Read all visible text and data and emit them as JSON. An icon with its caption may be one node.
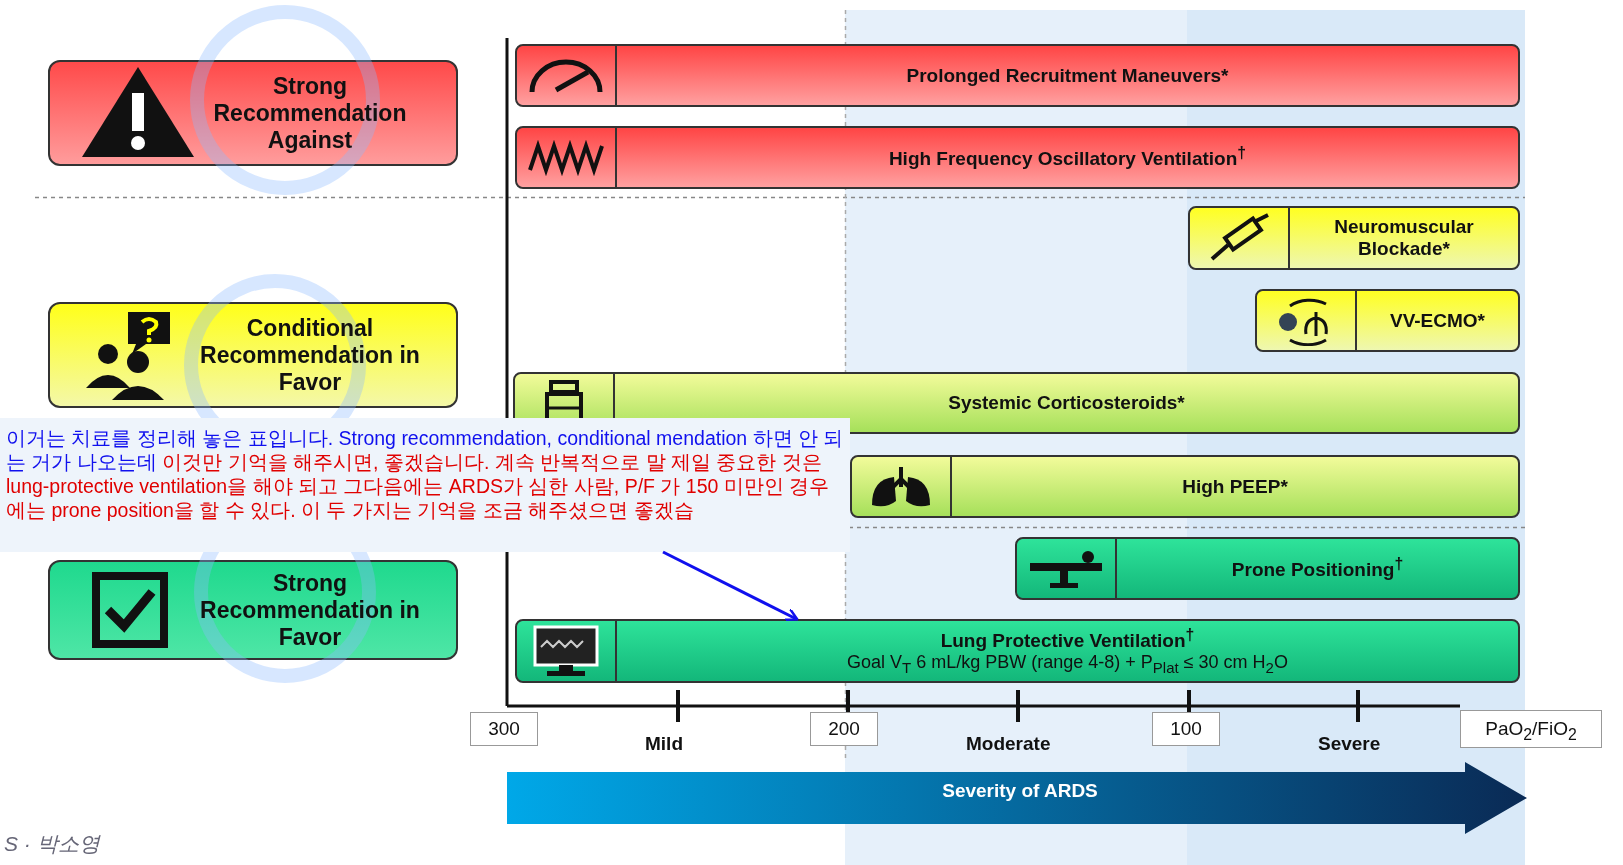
{
  "diagram": {
    "nodes": [
      {
        "text": [
          "Strong Recommendation Against"
        ]
      },
      {
        "text": [
          "Conditional Recommendation in Favor"
        ]
      },
      {
        "text": [
          "Strong Recommendation in Favor"
        ]
      },
      {
        "text": [
          "Prolonged Recruitment Maneuvers*"
        ]
      },
      {
        "text": [
          "High Frequency Oscillatory Ventilation$^{†}$"
        ]
      },
      {
        "text": [
          "Neuromuscular Blockade*"
        ]
      },
      {
        "text": [
          "VV-ECMO*"
        ]
      },
      {
        "text": [
          "Systemic Corticosteroids*"
        ]
      },
      {
        "text": [
          "High PEEP*"
        ]
      },
      {
        "text": [
          "Prone Positioning$^{†}$"
        ]
      },
      {
        "text": [
          "Lung Protective Ventilation$^{†}$",
          "Goal V$_{T}$ 6 mL/kg PBW (range 4-8) + P$_{Plat}$ ≤ 30 cm H$_{2}$O"
        ]
      },
      {
        "text": [
          "이거는 치료를 정리해 놓은 표입니다. Strong recommendation, conditional mendation 하면 안 되는 거가 나오는데",
          "이것만 기억을 해주시면, 좋겠습니다. 계속 반복적으로 말 제일 중요한 것은 lung-protective ventilation을 해야 되고 그다음에는 ARDS가 심한 사람, P/F 가 150 미만인 경우에는 prone position을 할 수 있다. 이 두 가지는 기억을 조금 해주셨으면 좋겠습"
        ]
      }
    ],
    "edges": [
      {
        "from": 11,
        "to": 10,
        "arrow": "to"
      }
    ],
    "labels": [
      "300",
      "Mild",
      "200",
      "Moderate",
      "100",
      "Severe",
      "PaO$_{2}$/FiO$_{2}$",
      "Severity of ARDS",
      "S · 박소영"
    ]
  }
}
